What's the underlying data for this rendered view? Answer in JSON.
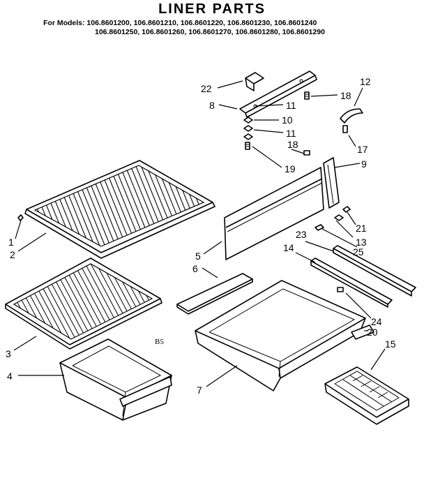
{
  "header": {
    "title": "LINER PARTS",
    "models_line1": "For Models: 106.8601200, 106.8601210, 106.8601220, 106.8601230, 106.8601240",
    "models_line2": "106.8601250, 106.8601260, 106.8601270, 106.8601280, 106.8601290"
  },
  "drawing_code": "B5",
  "callouts": {
    "n1": "1",
    "n2": "2",
    "n3": "3",
    "n4": "4",
    "n5": "5",
    "n6": "6",
    "n7": "7",
    "n8": "8",
    "n9": "9",
    "n10": "10",
    "n11a": "11",
    "n11b": "11",
    "n12": "12",
    "n13": "13",
    "n14": "14",
    "n15": "15",
    "n17": "17",
    "n18a": "18",
    "n18b": "18",
    "n19": "19",
    "n20": "20",
    "n21": "21",
    "n22": "22",
    "n23": "23",
    "n24": "24",
    "n25": "25"
  },
  "colors": {
    "ink": "#000000",
    "paper": "#ffffff"
  }
}
